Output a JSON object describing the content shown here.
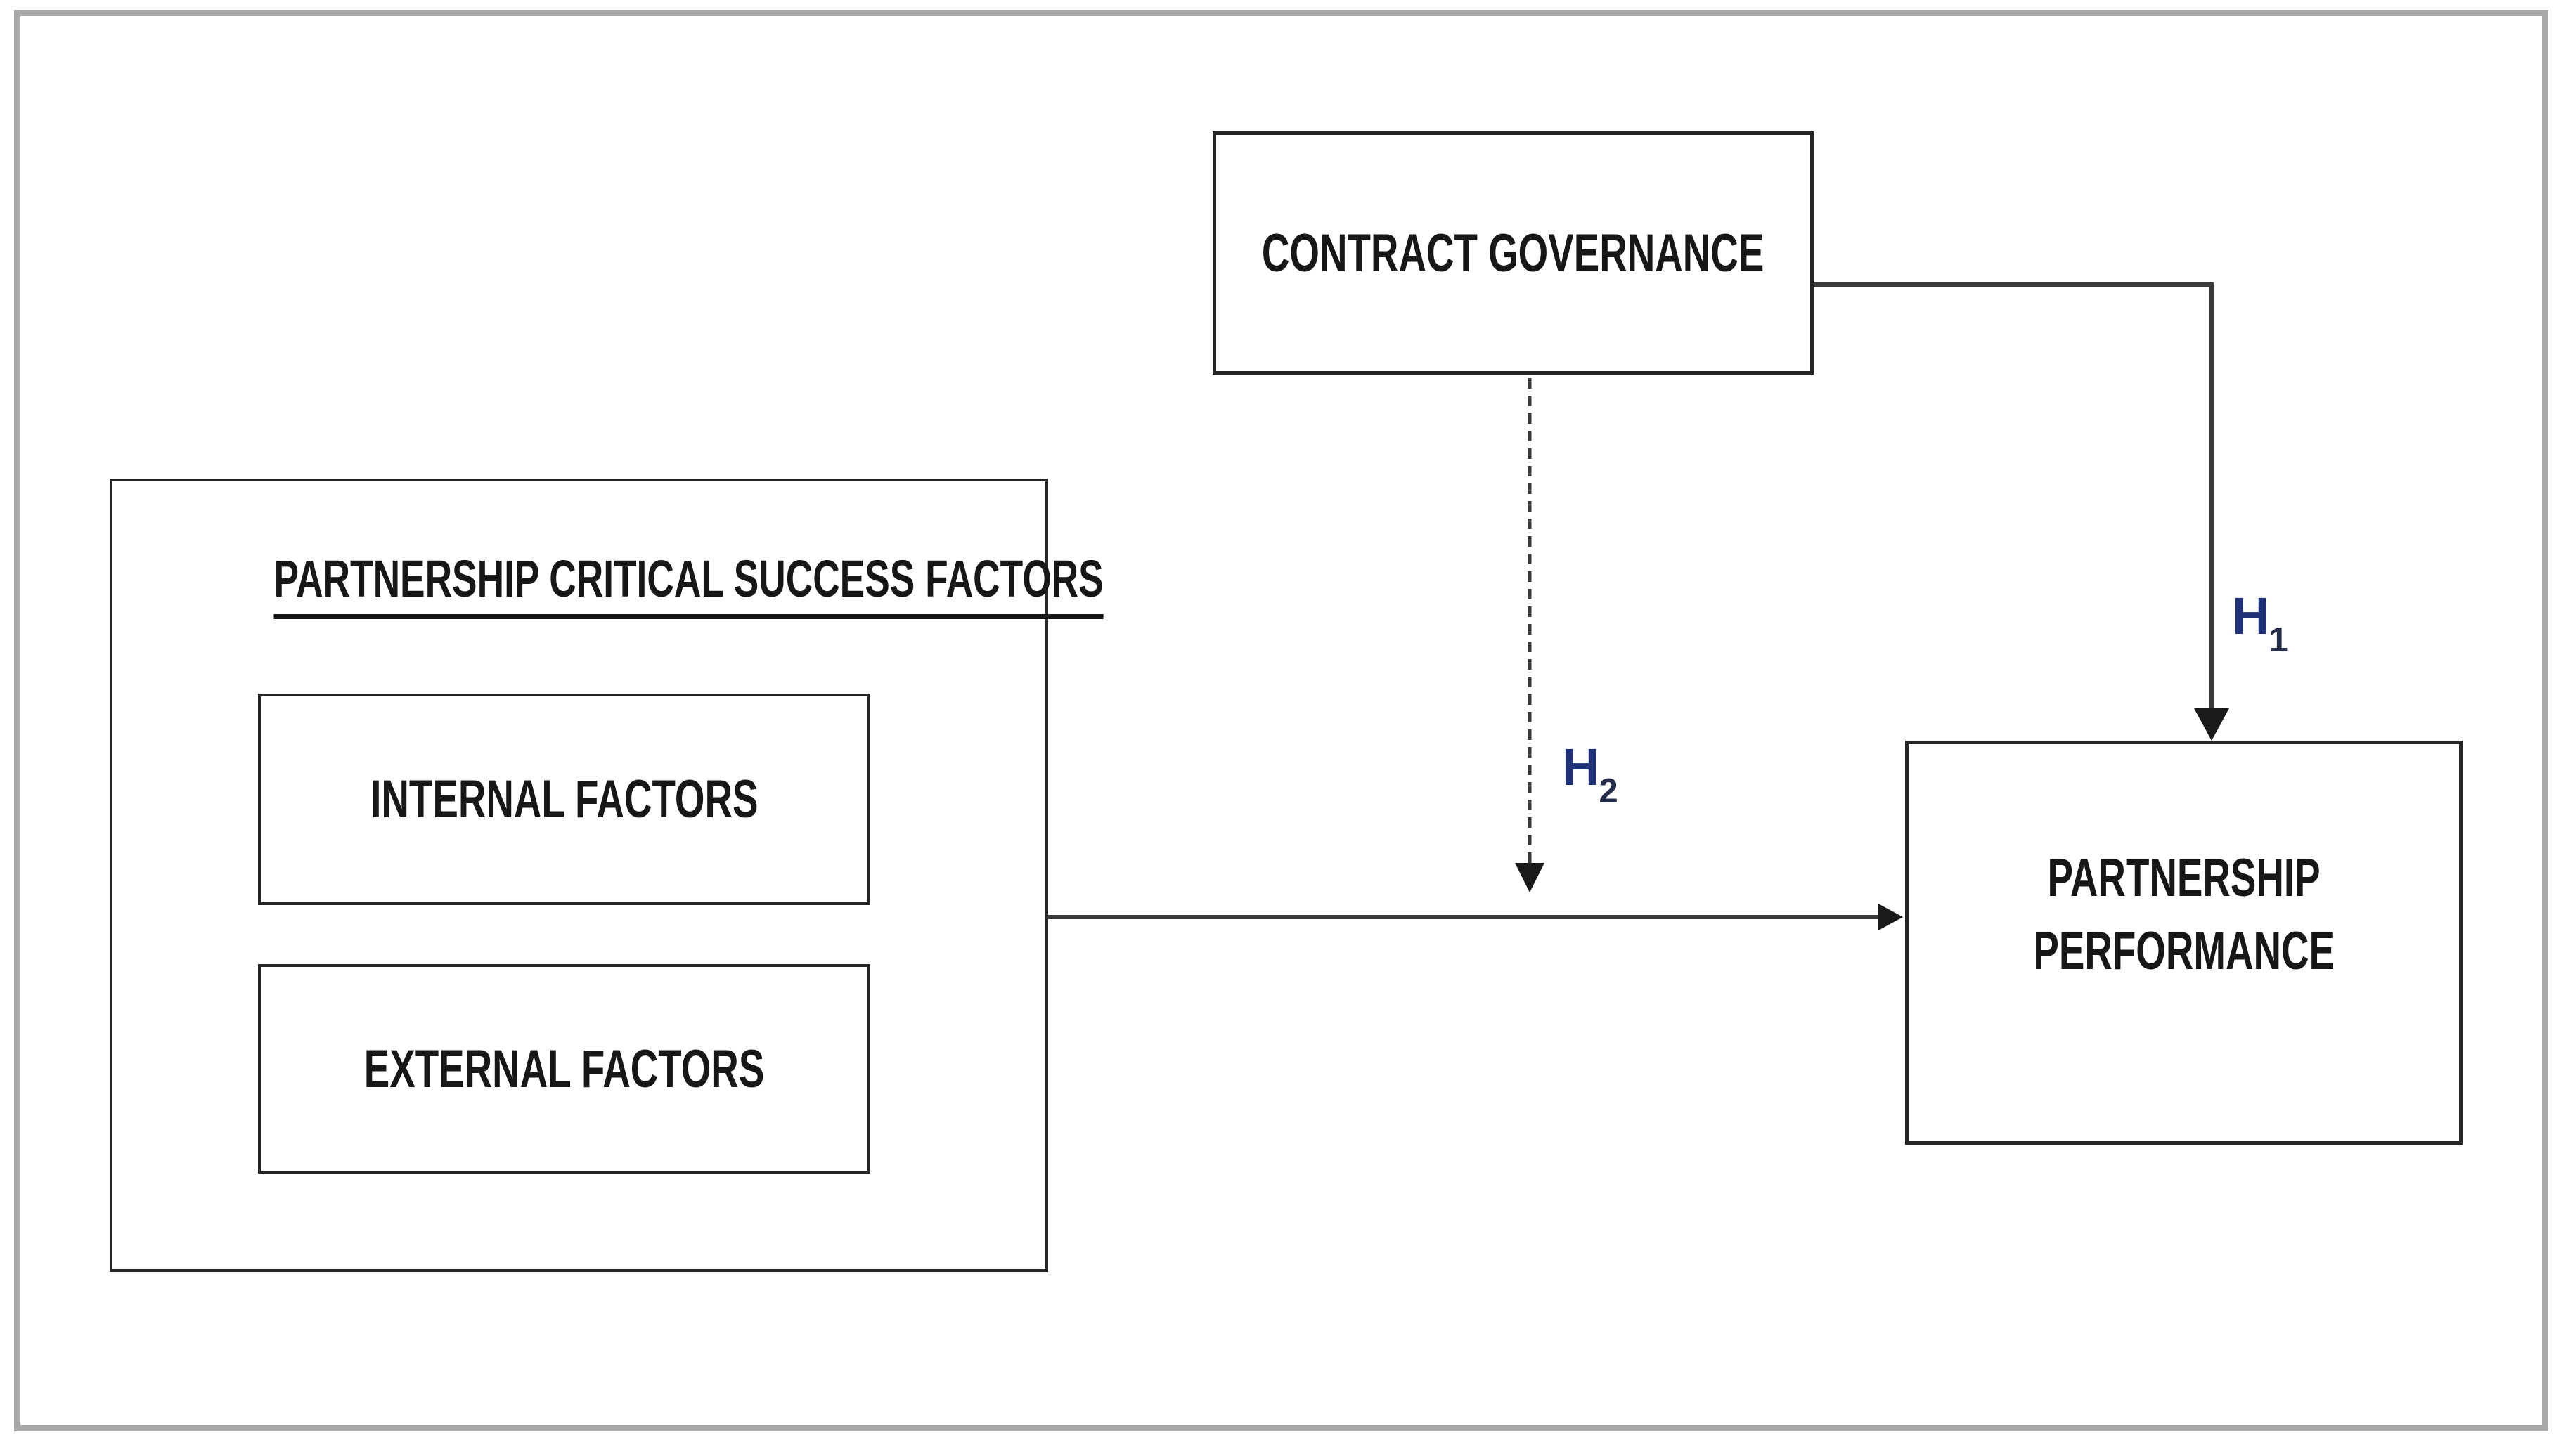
{
  "diagram": {
    "type": "conceptual-framework",
    "nodes": {
      "contract_governance": {
        "label": "CONTRACT GOVERNANCE"
      },
      "pcsf": {
        "label": "PARTNERSHIP CRITICAL SUCCESS FACTORS",
        "underlined": true
      },
      "internal_factors": {
        "label": "INTERNAL FACTORS",
        "parent": "pcsf"
      },
      "external_factors": {
        "label": "EXTERNAL FACTORS",
        "parent": "pcsf"
      },
      "partnership_performance": {
        "label_line1": "PARTNERSHIP",
        "label_line2": "PERFORMANCE"
      }
    },
    "edges": {
      "h1": {
        "label": "H",
        "sub": "1",
        "style": "solid",
        "from": "contract_governance",
        "to": "partnership_performance"
      },
      "h2": {
        "label": "H",
        "sub": "2",
        "style": "dashed",
        "from": "contract_governance",
        "to": "pcsf-performance-arrow"
      },
      "main": {
        "style": "solid",
        "from": "pcsf",
        "to": "partnership_performance"
      }
    },
    "colors": {
      "background": "#ffffff",
      "frame_border": "#a9a9a9",
      "box_border": "#262626",
      "line": "#3a3a3a",
      "arrowhead": "#1a1a1a",
      "text": "#171717",
      "hypothesis_text": "#1f3178"
    }
  }
}
